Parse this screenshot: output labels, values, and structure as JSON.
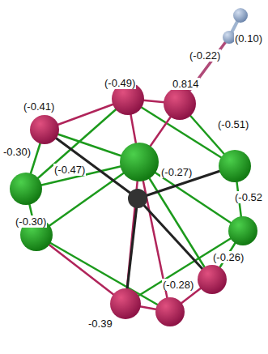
{
  "diagram": {
    "labels": [
      "(0.10)",
      "(-0.22)",
      "(-0.49)",
      "0.814",
      "(-0.41)",
      "(-0.51)",
      "-0.30)",
      "(-0.47)",
      "(-0.27)",
      "(-0.52",
      "(-0.30)",
      "(-0.26)",
      "(-0.28)",
      "-0.39"
    ]
  }
}
